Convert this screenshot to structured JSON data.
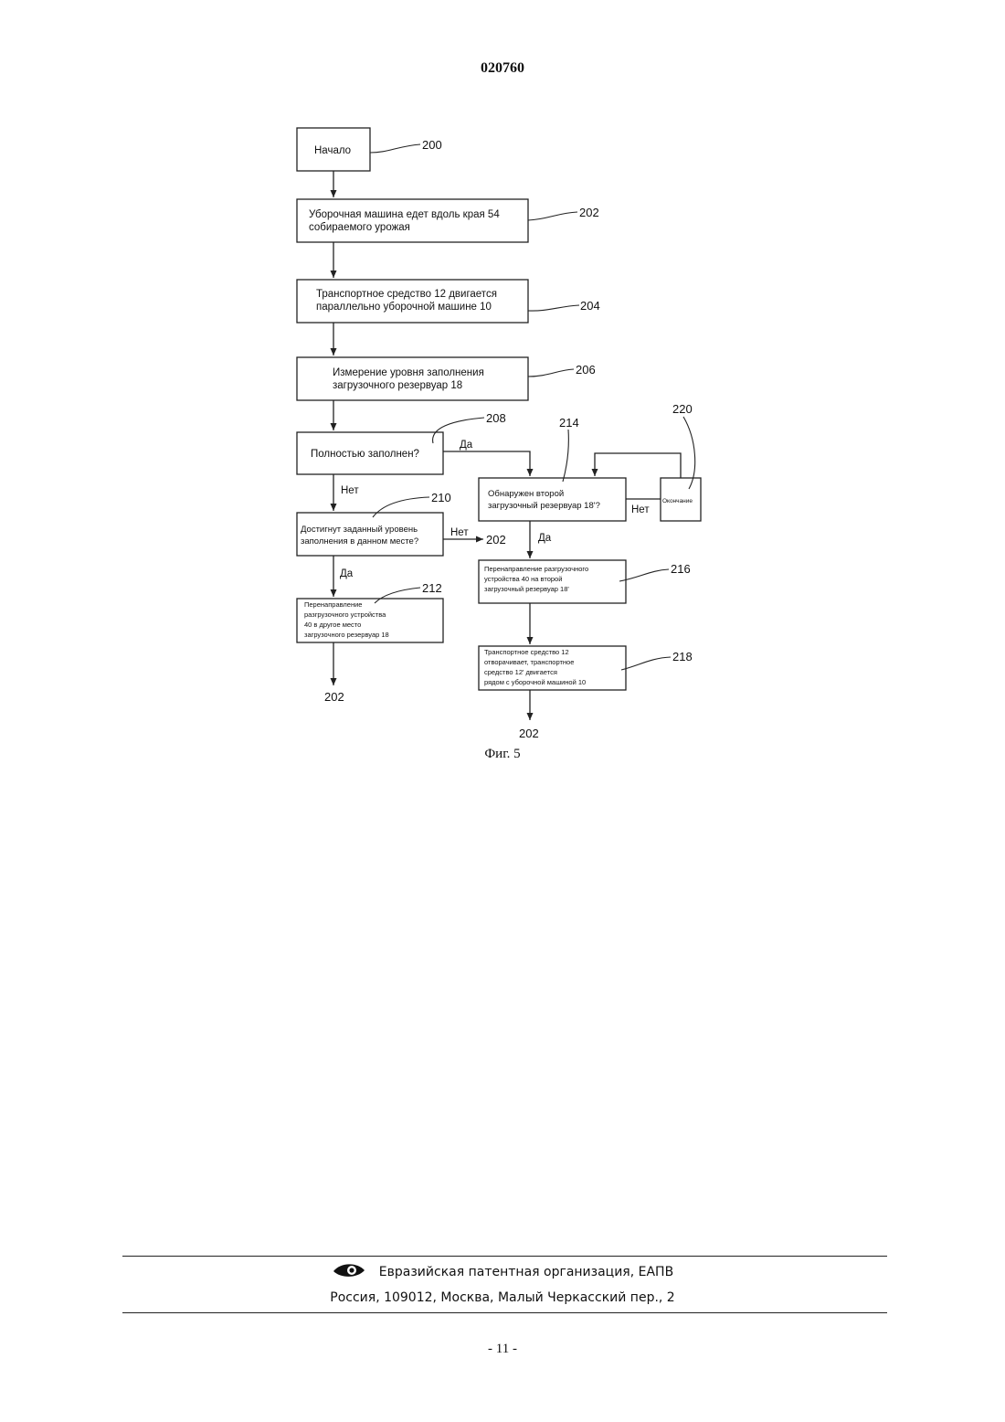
{
  "header": {
    "doc_number": "020760"
  },
  "diagram": {
    "caption": "Фиг. 5",
    "nodes": {
      "n200": {
        "ref": "200",
        "lines": [
          "Начало"
        ]
      },
      "n202": {
        "ref": "202",
        "lines": [
          "Уборочная машина едет вдоль края 54",
          "собираемого урожая"
        ]
      },
      "n204": {
        "ref": "204",
        "lines": [
          "Транспортное средство 12 двигается",
          "параллельно уборочной машине 10"
        ]
      },
      "n206": {
        "ref": "206",
        "lines": [
          "Измерение уровня заполнения",
          "загрузочного резервуар 18"
        ]
      },
      "n208": {
        "ref": "208",
        "lines": [
          "Полностью заполнен?"
        ]
      },
      "n210": {
        "ref": "210",
        "lines": [
          "Достигнут заданный уровень",
          "заполнения в данном месте?"
        ]
      },
      "n212": {
        "ref": "212",
        "lines": [
          "Перенаправление",
          "разгрузочного устройства",
          "40 в другое место",
          "загрузочного резервуар 18"
        ]
      },
      "n214": {
        "ref": "214",
        "lines": [
          "Обнаружен второй",
          "загрузочный резервуар 18'?"
        ]
      },
      "n216": {
        "ref": "216",
        "lines": [
          "Перенаправление разгрузочного",
          "устройства 40 на второй",
          "загрузочный резервуар 18'"
        ]
      },
      "n218": {
        "ref": "218",
        "lines": [
          "Транспортное средство 12",
          "отворачивает, транспортное",
          "средство 12' двигается",
          "рядом с уборочной машиной 10"
        ]
      },
      "n220": {
        "ref": "220",
        "lines": [
          "Окончание"
        ]
      }
    },
    "edge_labels": {
      "yes_208": "Да",
      "no_208": "Нет",
      "no_210": "Нет",
      "yes_210": "Да",
      "no_214": "Нет",
      "yes_214": "Да"
    },
    "goto_labels": {
      "from_210": "202",
      "from_212": "202",
      "from_218": "202"
    }
  },
  "footer": {
    "organization": "Евразийская патентная организация, ЕАПВ",
    "address": "Россия, 109012, Москва, Малый Черкасский пер., 2",
    "page_number": "- 11 -"
  }
}
